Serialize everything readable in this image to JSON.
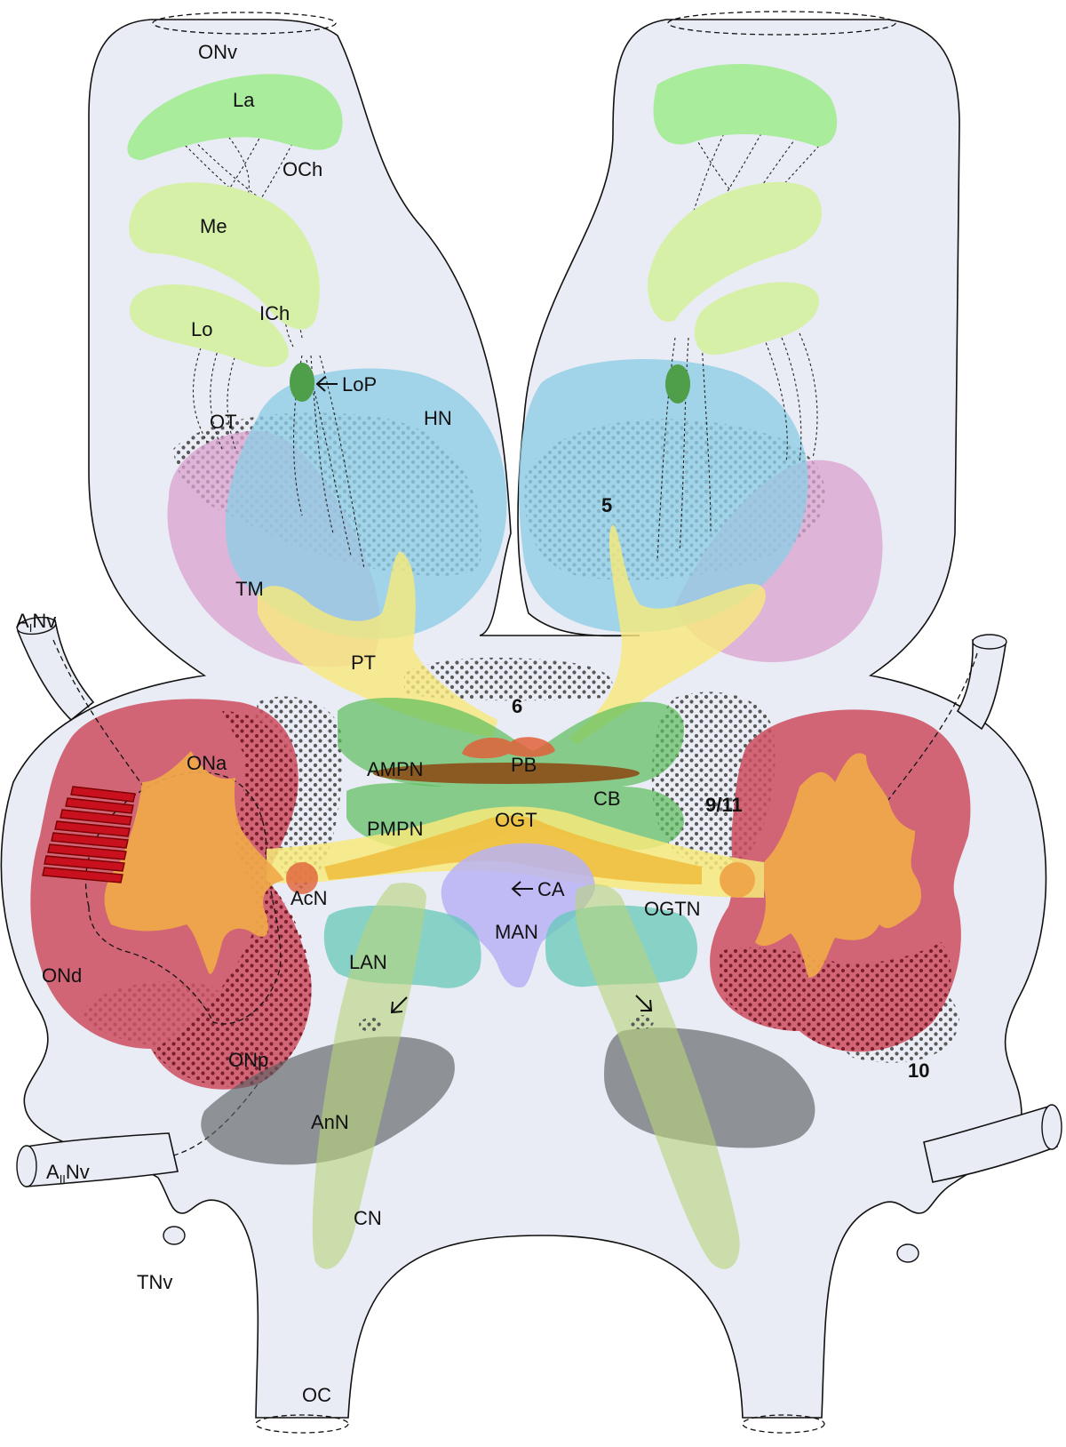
{
  "labels": {
    "onv": "ONv",
    "la": "La",
    "och": "OCh",
    "me": "Me",
    "ich": "ICh",
    "lo": "Lo",
    "lop": "LoP",
    "hn": "HN",
    "ot": "OT",
    "tm": "TM",
    "pt": "PT",
    "n5": "5",
    "n6": "6",
    "ampn": "AMPN",
    "pb": "PB",
    "cb": "CB",
    "n911": "9/11",
    "pmpn": "PMPN",
    "ogt": "OGT",
    "ona": "ONa",
    "acn": "AcN",
    "ca": "CA",
    "ogtn": "OGTN",
    "man": "MAN",
    "lan": "LAN",
    "ond": "ONd",
    "onp": "ONp",
    "n10": "10",
    "ann": "AnN",
    "cn": "CN",
    "tnv": "TNv",
    "oc": "OC"
  },
  "nerve_labels": {
    "a1": {
      "main": "A",
      "sub": "I",
      "suffix": "Nv"
    },
    "a2": {
      "main": "A",
      "sub": "II",
      "suffix": "Nv"
    }
  },
  "colors": {
    "tissue": "#e9ecf4",
    "lamina": "#a8ec9c",
    "medulla_lobula": "#d6f0a8",
    "lobula_plate": "#4f9e4a",
    "hemiellipsoid": "#8ecde6",
    "terminal_medulla": "#d9a3cf",
    "protocerebral_tract": "#f7ea7a",
    "median_protocerebrum": "#5cbe5c",
    "protocerebral_bridge": "#e0623a",
    "central_body": "#8a5a22",
    "olfactory_lobe": "#cc4d5f",
    "olfactory_globular_tract": "#eec040",
    "accessory_lobe_core": "#f0a94a",
    "median_antenna_ii": "#b9b3f4",
    "lateral_antenna_ii": "#66c8b8",
    "antenna_ii_nerve": "#5e6266",
    "commissural_neuropil": "#b8d47a",
    "soma_cluster": "#555555"
  }
}
